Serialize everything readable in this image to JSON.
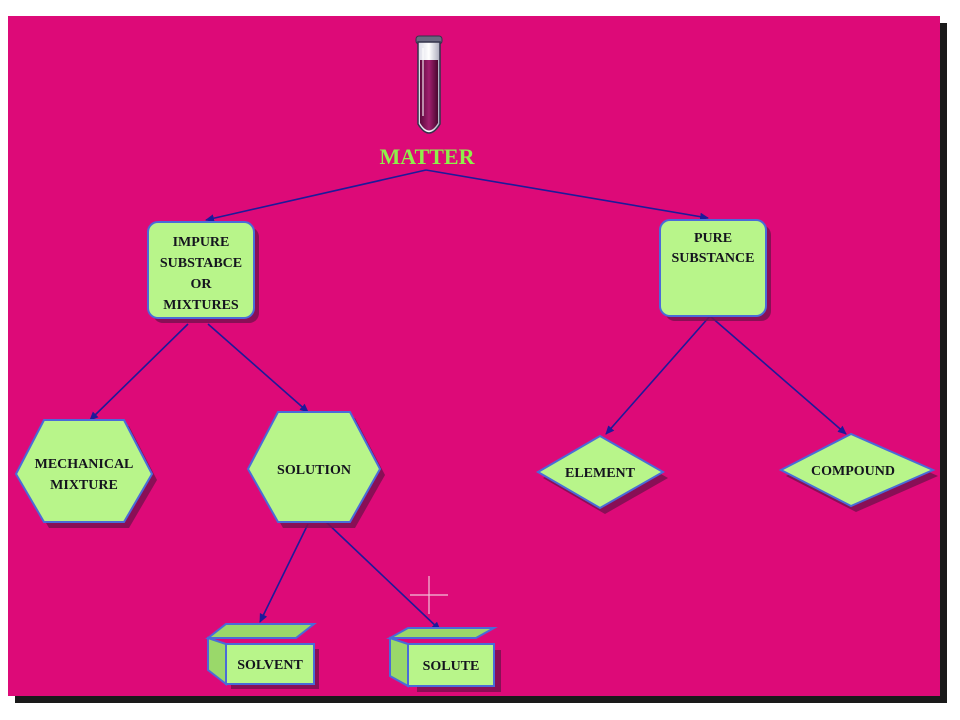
{
  "diagram": {
    "title": "MATTER",
    "nodes": {
      "impure": [
        "IMPURE",
        "SUBSTABCE",
        "OR",
        "MIXTURES"
      ],
      "pure": [
        "PURE",
        "SUBSTANCE"
      ],
      "mechanical": [
        "MECHANICAL",
        "MIXTURE"
      ],
      "solution": "SOLUTION",
      "element": "ELEMENT",
      "compound": "COMPOUND",
      "solvent": "SOLVENT",
      "solute": "SOLUTE"
    },
    "colors": {
      "background": "#dd0a78",
      "node_fill": "#b8f58a",
      "node_border": "#4a6bd8",
      "edge": "#1d1a9a",
      "title": "#8ef04a"
    },
    "icons": [
      "test-tube-icon",
      "crosshair-cursor-icon"
    ]
  }
}
